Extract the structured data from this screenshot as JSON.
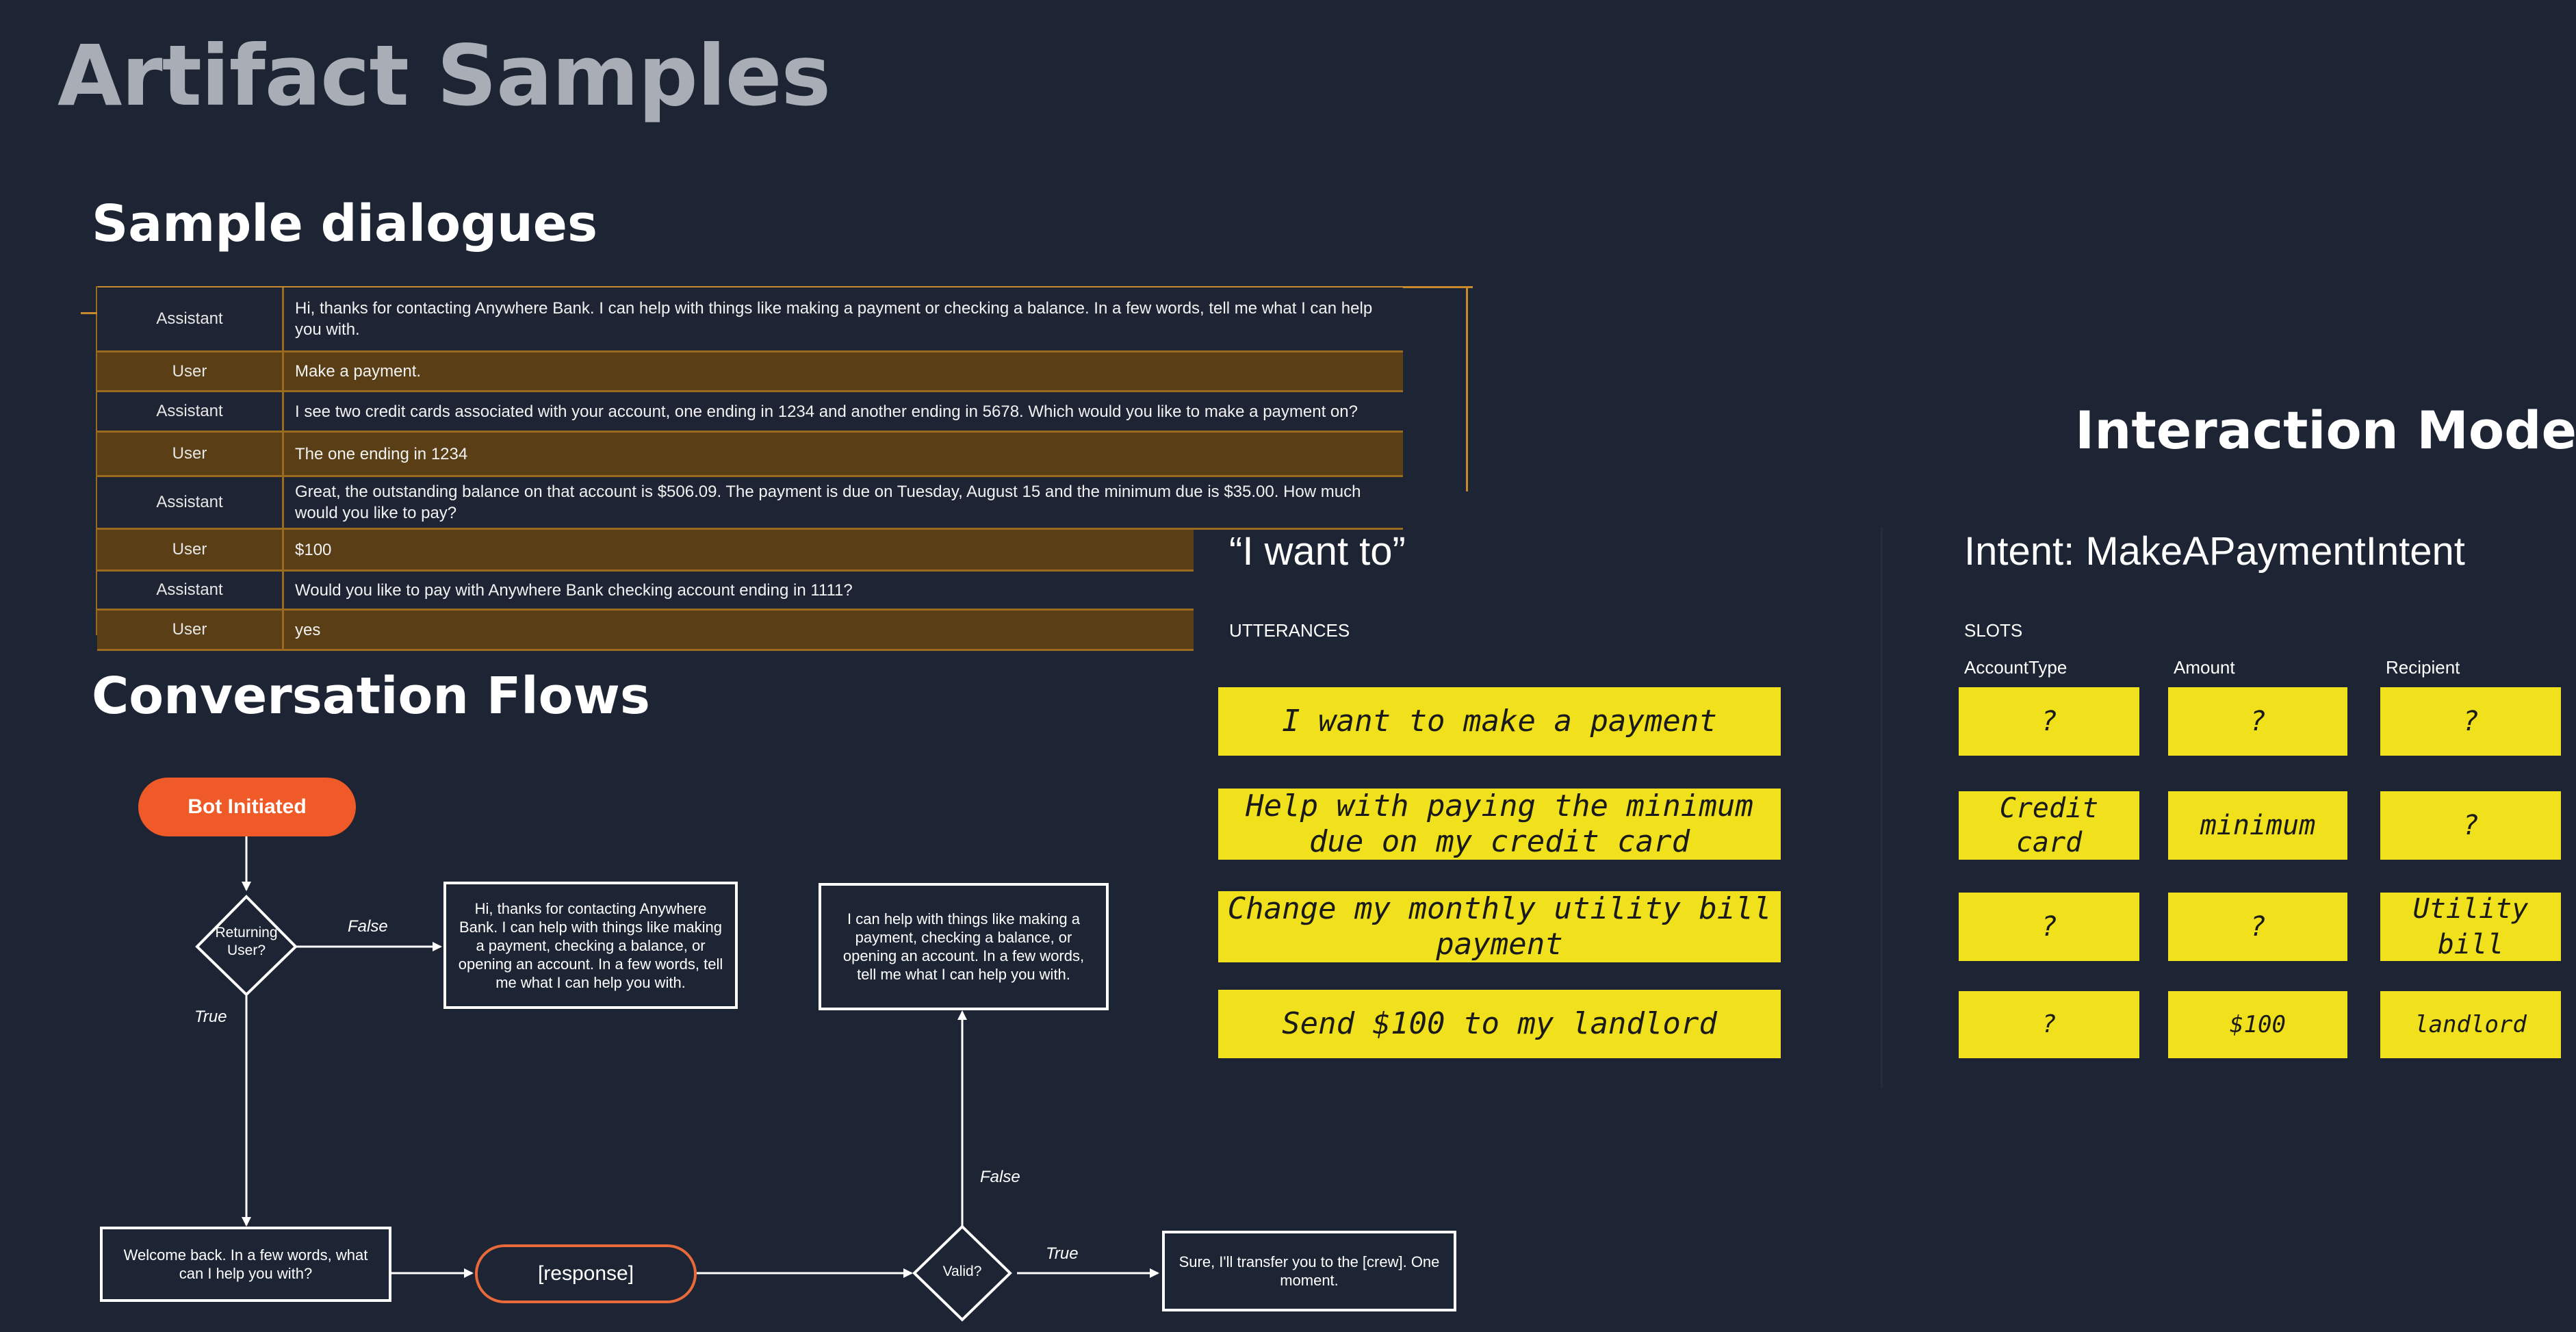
{
  "title": "Artifact Samples",
  "sample_dialogues": {
    "heading": "Sample dialogues",
    "rows": [
      {
        "role": "Assistant",
        "text": "Hi, thanks for contacting Anywhere Bank. I can help with things like making a payment or checking a balance. In a few words, tell me what I can help you with."
      },
      {
        "role": "User",
        "text": "Make a payment."
      },
      {
        "role": "Assistant",
        "text": "I see two credit cards associated with your account, one ending in 1234 and another ending in 5678. Which would you like to make a payment on?"
      },
      {
        "role": "User",
        "text": "The one ending in 1234"
      },
      {
        "role": "Assistant",
        "text": "Great, the outstanding balance on that account is $506.09. The payment is due on Tuesday, August 15 and the minimum due is $35.00. How much would you like to pay?"
      },
      {
        "role": "User",
        "text": "$100"
      },
      {
        "role": "Assistant",
        "text": "Would you like to pay with Anywhere Bank checking account ending in 1111?"
      },
      {
        "role": "User",
        "text": "yes"
      }
    ]
  },
  "conversation_flows": {
    "heading": "Conversation Flows",
    "start": "Bot Initiated",
    "decision1": "Returning User?",
    "false_label_1": "False",
    "true_label_1": "True",
    "greeting_new": "Hi, thanks for contacting Anywhere Bank. I can help with things like making a payment, checking a balance, or opening an account. In a few words, tell me what I can help you with.",
    "greeting_return": "Welcome back. In a few words, what can I help you with?",
    "response": "[response]",
    "decision2": "Valid?",
    "false_label_2": "False",
    "true_label_2": "True",
    "retry_prompt": "I can help with things like making a payment, checking a balance, or opening an account. In a few words, tell me what I can help you with.",
    "transfer": "Sure, I'll transfer you to the [crew]. One moment."
  },
  "utterances": {
    "heading": "“I want to”",
    "label": "UTTERANCES",
    "items": [
      "I want to make a payment",
      "Help with paying the minimum due on my credit card",
      "Change my monthly utility bill payment",
      "Send $100 to my landlord"
    ]
  },
  "interaction_model": {
    "heading": "Interaction Model",
    "intent": "Intent: MakeAPaymentIntent",
    "slots_label": "SLOTS",
    "columns": [
      "AccountType",
      "Amount",
      "Recipient"
    ],
    "rows": [
      [
        "?",
        "?",
        "?"
      ],
      [
        "Credit card",
        "minimum",
        "?"
      ],
      [
        "?",
        "?",
        "Utility bill"
      ],
      [
        "?",
        "$100",
        "landlord"
      ]
    ]
  },
  "colors": {
    "background": "#1d2433",
    "sticky": "#f0e11c",
    "bot_initiated": "#f05a28",
    "response_border": "#e8693a",
    "table_border": "#9a6a1e",
    "user_row": "#5a3f16"
  }
}
